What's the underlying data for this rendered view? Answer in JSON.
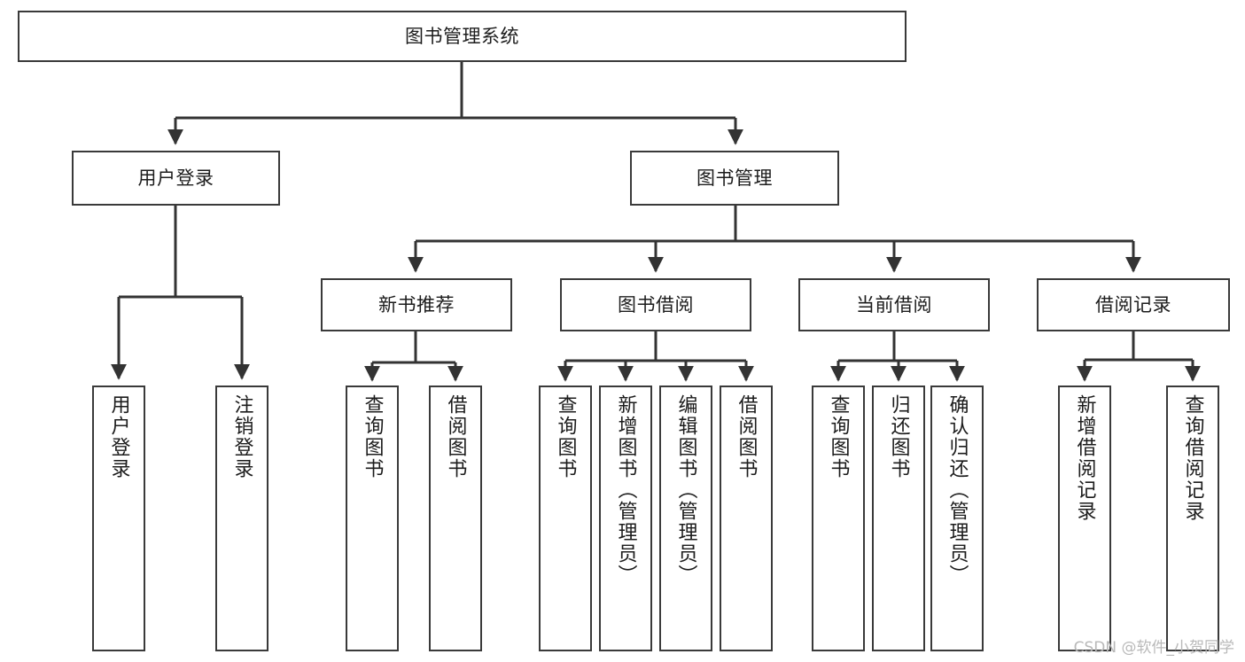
{
  "diagram": {
    "title": "图书管理系统",
    "type": "functional-structure-tree",
    "root": {
      "id": "root",
      "label": "图书管理系统"
    },
    "level2": [
      {
        "id": "login",
        "label": "用户登录"
      },
      {
        "id": "bookmgmt",
        "label": "图书管理"
      }
    ],
    "level3": [
      {
        "id": "newbook",
        "label": "新书推荐"
      },
      {
        "id": "borrow",
        "label": "图书借阅"
      },
      {
        "id": "current",
        "label": "当前借阅"
      },
      {
        "id": "record",
        "label": "借阅记录"
      }
    ],
    "leaves": {
      "login": [
        {
          "id": "leaf-user-login",
          "label": "用户登录"
        },
        {
          "id": "leaf-user-logout",
          "label": "注销登录"
        }
      ],
      "newbook": [
        {
          "id": "leaf-newbook-query",
          "label": "查询图书"
        },
        {
          "id": "leaf-newbook-borrow",
          "label": "借阅图书"
        }
      ],
      "borrow": [
        {
          "id": "leaf-borrow-query",
          "label": "查询图书"
        },
        {
          "id": "leaf-borrow-add",
          "label": "新增图书（管理员）"
        },
        {
          "id": "leaf-borrow-edit",
          "label": "编辑图书（管理员）"
        },
        {
          "id": "leaf-borrow-take",
          "label": "借阅图书"
        }
      ],
      "current": [
        {
          "id": "leaf-current-query",
          "label": "查询图书"
        },
        {
          "id": "leaf-current-return",
          "label": "归还图书"
        },
        {
          "id": "leaf-current-confirm",
          "label": "确认归还（管理员）"
        }
      ],
      "record": [
        {
          "id": "leaf-record-add",
          "label": "新增借阅记录"
        },
        {
          "id": "leaf-record-query",
          "label": "查询借阅记录"
        }
      ]
    }
  },
  "watermark": {
    "text": "CSDN @软件_小贺同学"
  },
  "colors": {
    "border": "#3a3a3a",
    "text": "#1c1c1c",
    "background": "#ffffff",
    "edge": "#333333",
    "watermark": "#b9b9b9"
  }
}
